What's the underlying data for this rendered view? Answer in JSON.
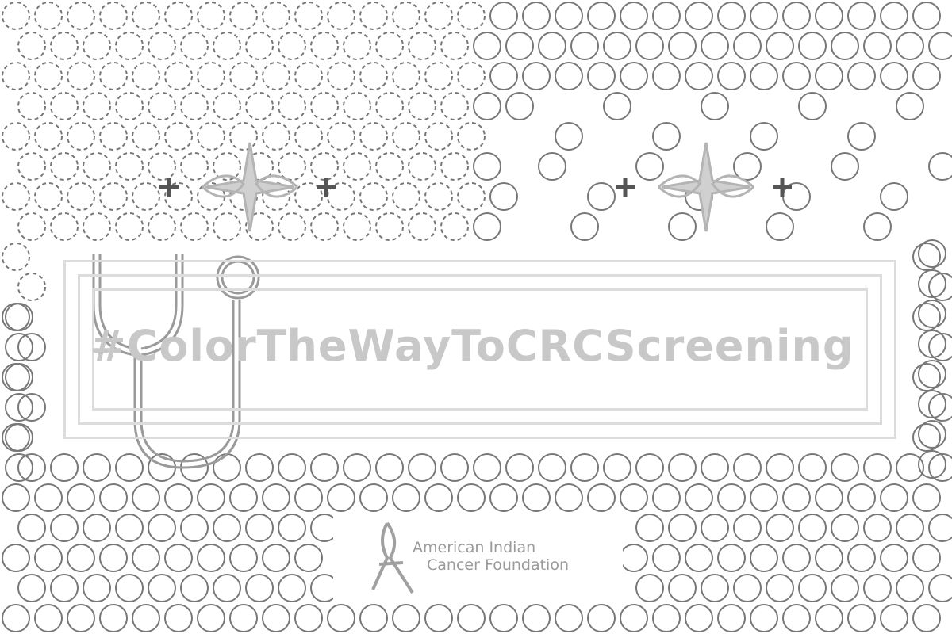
{
  "banner": {
    "text": "#ColorTheWayToCRCScreening"
  },
  "logo": {
    "line1": "American Indian",
    "line2": "Cancer Foundation"
  },
  "icons": {
    "stethoscope": "stethoscope-icon",
    "ribbon": "ribbon-icon",
    "sparkle": "sparkle-icon"
  },
  "colors": {
    "outline": "#777777",
    "frame": "#dcdcdc",
    "banner_text": "#c8c8c8",
    "logo_text": "#9a9a9a"
  }
}
